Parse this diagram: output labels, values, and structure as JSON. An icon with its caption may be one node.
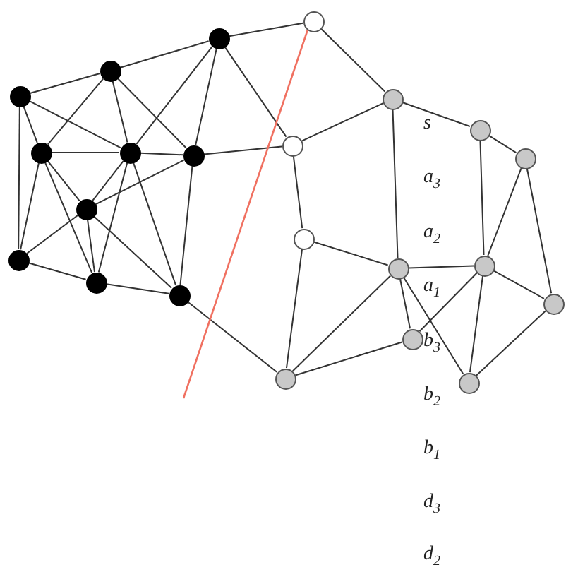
{
  "diagram": {
    "nodes": [
      {
        "text": [],
        "shape": "circle"
      },
      {
        "text": [],
        "shape": "circle"
      },
      {
        "text": [],
        "shape": "circle"
      },
      {
        "text": [],
        "shape": "circle"
      },
      {
        "text": [],
        "shape": "circle"
      },
      {
        "text": [],
        "shape": "circle"
      },
      {
        "text": [],
        "shape": "circle"
      },
      {
        "text": [],
        "shape": "circle"
      },
      {
        "text": [],
        "shape": "circle"
      },
      {
        "text": [],
        "shape": "circle"
      },
      {
        "text": [],
        "shape": "circle"
      },
      {
        "text": [],
        "shape": "circle"
      },
      {
        "text": [],
        "shape": "circle"
      },
      {
        "text": [],
        "shape": "circle"
      },
      {
        "text": [],
        "shape": "circle"
      },
      {
        "text": [],
        "shape": "circle"
      },
      {
        "text": [],
        "shape": "circle"
      },
      {
        "text": [],
        "shape": "circle"
      },
      {
        "text": [],
        "shape": "circle"
      },
      {
        "text": [],
        "shape": "circle"
      },
      {
        "text": [],
        "shape": "circle"
      },
      {
        "text": [],
        "shape": "circle"
      }
    ],
    "edges": [
      {
        "from": 2,
        "to": 1,
        "arrow": "none"
      },
      {
        "from": 1,
        "to": 0,
        "arrow": "none"
      },
      {
        "from": 0,
        "to": 10,
        "arrow": "none"
      },
      {
        "from": 2,
        "to": 3,
        "arrow": "none"
      },
      {
        "from": 2,
        "to": 7,
        "arrow": "none"
      },
      {
        "from": 2,
        "to": 4,
        "arrow": "none"
      },
      {
        "from": 1,
        "to": 3,
        "arrow": "none"
      },
      {
        "from": 1,
        "to": 4,
        "arrow": "none"
      },
      {
        "from": 1,
        "to": 5,
        "arrow": "none"
      },
      {
        "from": 0,
        "to": 4,
        "arrow": "none"
      },
      {
        "from": 0,
        "to": 5,
        "arrow": "none"
      },
      {
        "from": 0,
        "to": 11,
        "arrow": "none"
      },
      {
        "from": 3,
        "to": 4,
        "arrow": "none"
      },
      {
        "from": 3,
        "to": 7,
        "arrow": "none"
      },
      {
        "from": 3,
        "to": 6,
        "arrow": "none"
      },
      {
        "from": 3,
        "to": 8,
        "arrow": "none"
      },
      {
        "from": 4,
        "to": 5,
        "arrow": "none"
      },
      {
        "from": 4,
        "to": 6,
        "arrow": "none"
      },
      {
        "from": 4,
        "to": 8,
        "arrow": "none"
      },
      {
        "from": 4,
        "to": 9,
        "arrow": "none"
      },
      {
        "from": 5,
        "to": 6,
        "arrow": "none"
      },
      {
        "from": 5,
        "to": 9,
        "arrow": "none"
      },
      {
        "from": 5,
        "to": 11,
        "arrow": "none"
      },
      {
        "from": 6,
        "to": 7,
        "arrow": "none"
      },
      {
        "from": 6,
        "to": 8,
        "arrow": "none"
      },
      {
        "from": 6,
        "to": 9,
        "arrow": "none"
      },
      {
        "from": 7,
        "to": 8,
        "arrow": "none"
      },
      {
        "from": 8,
        "to": 9,
        "arrow": "none"
      },
      {
        "from": 9,
        "to": 21,
        "arrow": "none"
      },
      {
        "from": 10,
        "to": 13,
        "arrow": "none"
      },
      {
        "from": 11,
        "to": 13,
        "arrow": "none"
      },
      {
        "from": 11,
        "to": 12,
        "arrow": "none"
      },
      {
        "from": 12,
        "to": 16,
        "arrow": "none"
      },
      {
        "from": 12,
        "to": 21,
        "arrow": "none"
      },
      {
        "from": 13,
        "to": 14,
        "arrow": "none"
      },
      {
        "from": 13,
        "to": 16,
        "arrow": "none"
      },
      {
        "from": 14,
        "to": 15,
        "arrow": "none"
      },
      {
        "from": 14,
        "to": 17,
        "arrow": "none"
      },
      {
        "from": 15,
        "to": 17,
        "arrow": "none"
      },
      {
        "from": 15,
        "to": 18,
        "arrow": "none"
      },
      {
        "from": 16,
        "to": 17,
        "arrow": "none"
      },
      {
        "from": 16,
        "to": 21,
        "arrow": "none"
      },
      {
        "from": 16,
        "to": 19,
        "arrow": "none"
      },
      {
        "from": 16,
        "to": 20,
        "arrow": "none"
      },
      {
        "from": 17,
        "to": 18,
        "arrow": "none"
      },
      {
        "from": 17,
        "to": 19,
        "arrow": "none"
      },
      {
        "from": 17,
        "to": 20,
        "arrow": "none"
      },
      {
        "from": 18,
        "to": 20,
        "arrow": "none"
      },
      {
        "from": 19,
        "to": 21,
        "arrow": "none"
      }
    ],
    "labels": [
      "s",
      "a$_{3}$",
      "a$_{2}$",
      "a$_{1}$",
      "b$_{3}$",
      "b$_{2}$",
      "b$_{1}$",
      "d$_{3}$",
      "d$_{2}$"
    ]
  }
}
